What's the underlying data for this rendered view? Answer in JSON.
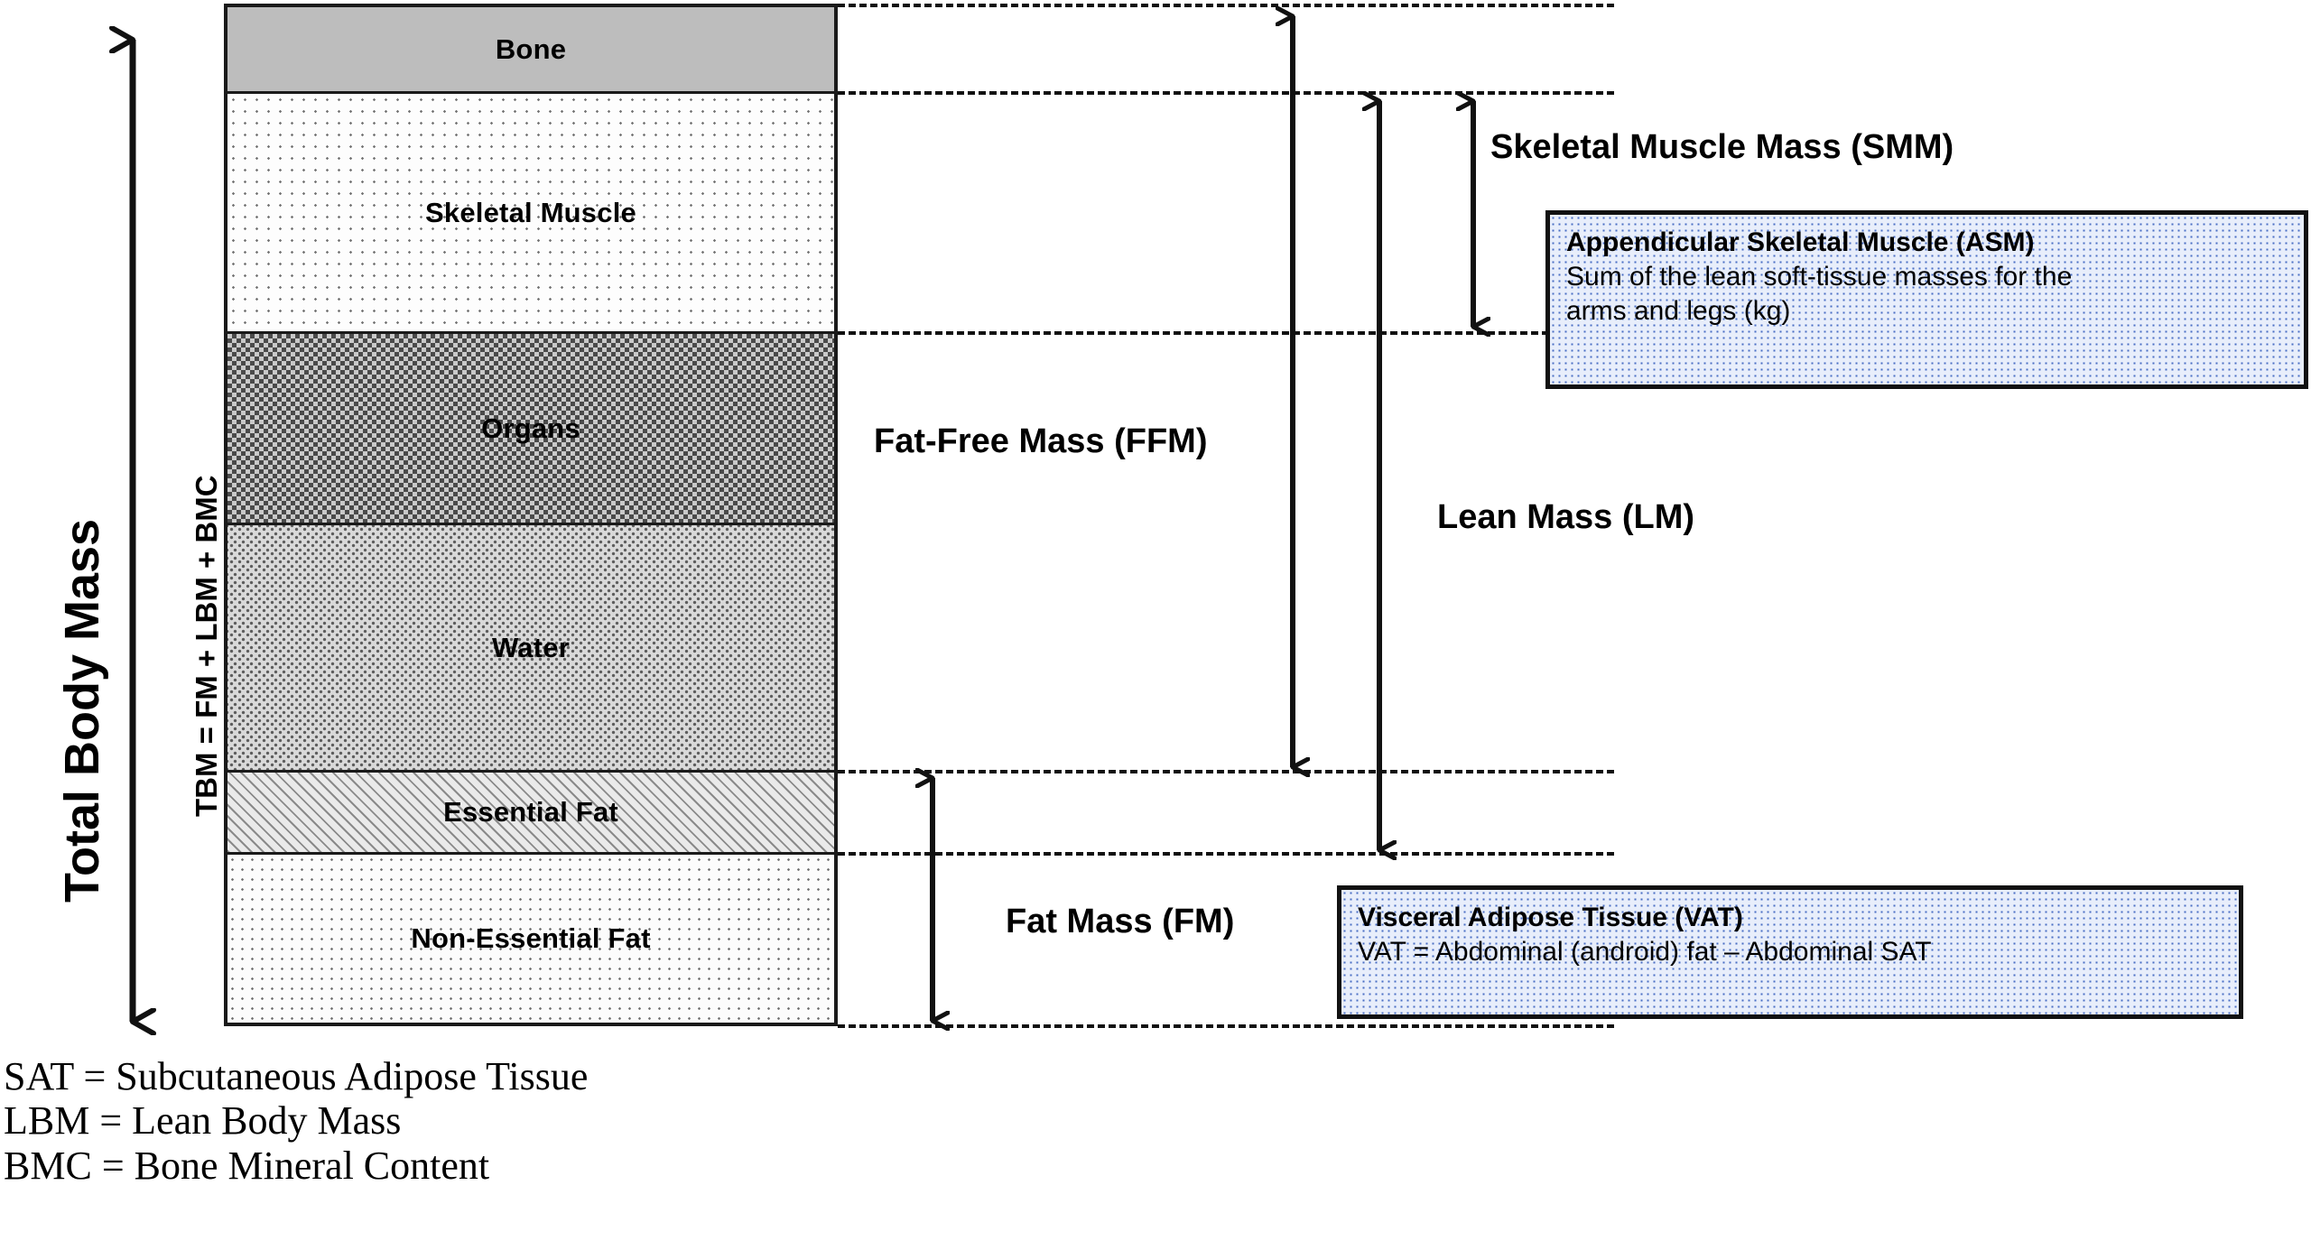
{
  "diagram": {
    "title_axis": "Total Body Mass",
    "subtitle_axis": "TBM = FM + LBM + BMC",
    "segments": [
      {
        "label": "Bone",
        "pattern": "solid-gray"
      },
      {
        "label": "Skeletal Muscle",
        "pattern": "sparse-dots"
      },
      {
        "label": "Organs",
        "pattern": "checkerboard"
      },
      {
        "label": "Water",
        "pattern": "grainy-dots"
      },
      {
        "label": "Essential Fat",
        "pattern": "diagonal-hatch"
      },
      {
        "label": "Non-Essential Fat",
        "pattern": "fine-dots"
      }
    ],
    "brackets": [
      {
        "label": "Fat-Free Mass (FFM)"
      },
      {
        "label": "Lean Mass (LM)"
      },
      {
        "label": "Skeletal Muscle Mass (SMM)"
      },
      {
        "label": "Fat Mass (FM)"
      }
    ],
    "callouts": [
      {
        "title": "Appendicular Skeletal Muscle (ASM)",
        "body_line1": "Sum of the lean soft-tissue masses for the",
        "body_line2": "arms and legs (kg)"
      },
      {
        "title": "Visceral Adipose Tissue (VAT)",
        "body_line1": "VAT = Abdominal (android) fat – Abdominal SAT"
      }
    ],
    "legend": [
      "SAT = Subcutaneous Adipose Tissue",
      "LBM = Lean Body Mass",
      "BMC = Bone Mineral Content"
    ],
    "colors": {
      "line": "#111111",
      "bone_fill": "#bdbdbd",
      "callout_fill": "#e8eefb",
      "callout_dot": "#4a6fc4"
    }
  }
}
